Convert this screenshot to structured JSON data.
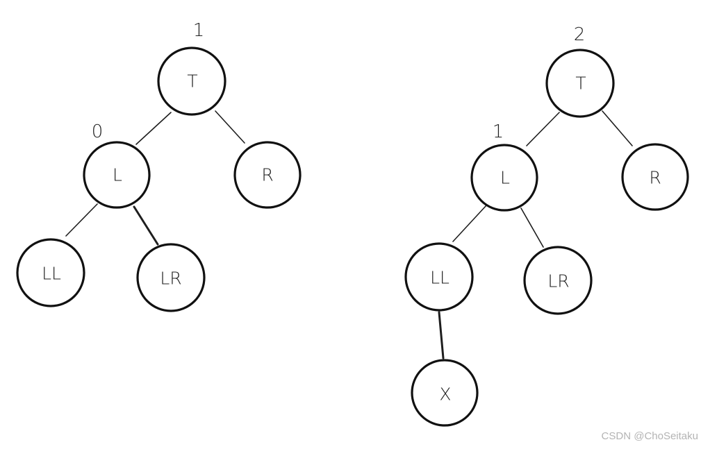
{
  "trees": [
    {
      "nodes": [
        {
          "label": "T",
          "balance": "1"
        },
        {
          "label": "L",
          "balance": "0"
        },
        {
          "label": "R",
          "balance": ""
        },
        {
          "label": "LL",
          "balance": ""
        },
        {
          "label": "LR",
          "balance": ""
        }
      ]
    },
    {
      "nodes": [
        {
          "label": "T",
          "balance": "2"
        },
        {
          "label": "L",
          "balance": "1"
        },
        {
          "label": "R",
          "balance": ""
        },
        {
          "label": "LL",
          "balance": ""
        },
        {
          "label": "LR",
          "balance": ""
        },
        {
          "label": "X",
          "balance": ""
        }
      ]
    }
  ],
  "watermark": "CSDN @ChoSeitaku"
}
